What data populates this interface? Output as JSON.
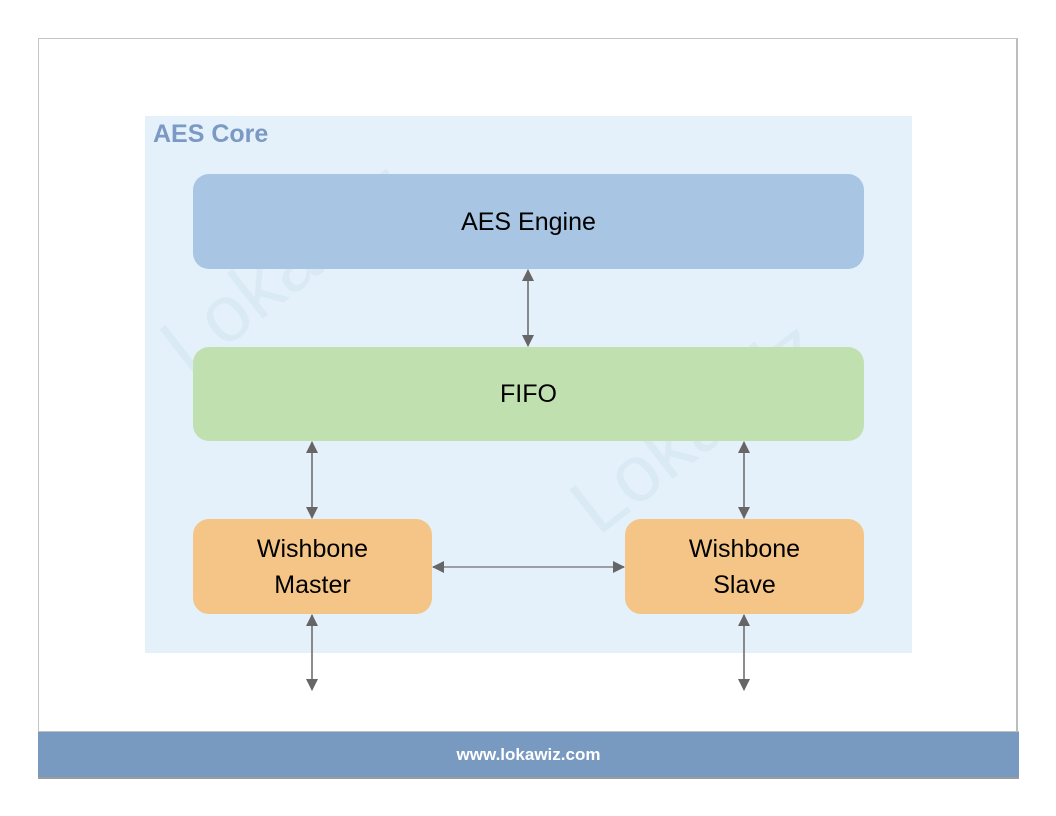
{
  "diagram": {
    "container_title": "AES Core",
    "blocks": {
      "engine": "AES Engine",
      "fifo": "FIFO",
      "wishbone_master": [
        "Wishbone",
        "Master"
      ],
      "wishbone_slave": [
        "Wishbone",
        "Slave"
      ]
    },
    "watermark": "Lokawiz",
    "connections": [
      {
        "from": "AES Engine",
        "to": "FIFO",
        "type": "bidirectional"
      },
      {
        "from": "FIFO",
        "to": "Wishbone Master",
        "type": "bidirectional"
      },
      {
        "from": "FIFO",
        "to": "Wishbone Slave",
        "type": "bidirectional"
      },
      {
        "from": "Wishbone Master",
        "to": "Wishbone Slave",
        "type": "bidirectional"
      },
      {
        "from": "Wishbone Master",
        "to": "external",
        "type": "bidirectional"
      },
      {
        "from": "Wishbone Slave",
        "to": "external",
        "type": "bidirectional"
      }
    ],
    "colors": {
      "container": "#e4f1fa",
      "title": "#7b99c3",
      "engine": "#a8c6e3",
      "fifo": "#c1e0b0",
      "wishbone": "#f4c586",
      "arrow": "#666666",
      "footer": "#7899c0"
    }
  },
  "footer": {
    "url": "www.lokawiz.com"
  }
}
